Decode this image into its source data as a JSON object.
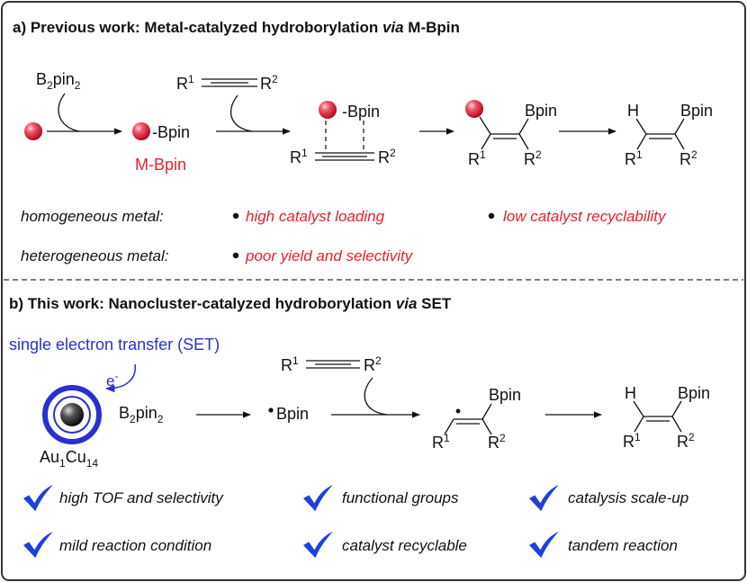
{
  "sectionA": {
    "title_pre": "a) Previous work: Metal-catalyzed hydroborylation ",
    "title_via": "via",
    "title_post": " M-Bpin",
    "reagent_b2": "B",
    "reagent_sub2": "2",
    "reagent_pin": "pin",
    "reagent_sub2b": "2",
    "bpin": "Bpin",
    "mbpin_label": "M-Bpin",
    "R": "R",
    "sup1": "1",
    "sup2": "2",
    "H": "H",
    "homog_label": "homogeneous metal:",
    "homog_issue1": "high catalyst loading",
    "homog_issue2": "low catalyst recyclability",
    "heterog_label": "heterogeneous metal:",
    "heterog_issue": "poor yield and selectivity"
  },
  "sectionB": {
    "title_pre": "b) This work: Nanocluster-catalyzed hydroborylation ",
    "title_via": "via",
    "title_post": " SET",
    "set_label": "single electron transfer (SET)",
    "electron": "e",
    "electron_sup": "-",
    "cluster_au": "Au",
    "cluster_sub1": "1",
    "cluster_cu": "Cu",
    "cluster_sub14": "14",
    "bpin_radical": "Bpin",
    "features": [
      "high TOF and selectivity",
      "functional groups",
      "catalysis scale-up",
      "mild reaction condition",
      "catalyst recyclable",
      "tandem reaction"
    ]
  },
  "colors": {
    "accent_red": "#e8202a",
    "set_blue": "#2a2fd0",
    "check_blue": "#1f3fe0",
    "border": "#333333"
  }
}
